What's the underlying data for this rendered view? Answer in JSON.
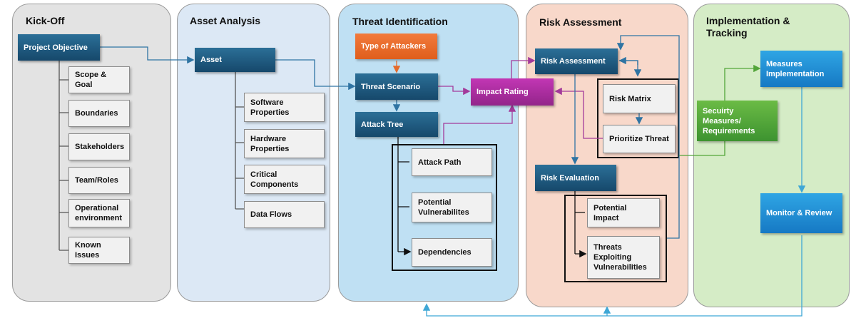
{
  "phases": {
    "kickoff": "Kick-Off",
    "asset_analysis": "Asset Analysis",
    "threat_identification": "Threat Identification",
    "risk_assessment": "Risk Assessment",
    "implementation": "Implementation & Tracking"
  },
  "kickoff": {
    "objective": "Project Objective",
    "items": [
      "Scope & Goal",
      "Boundaries",
      "Stakeholders",
      "Team/Roles",
      "Operational environment",
      "Known Issues"
    ]
  },
  "asset_analysis": {
    "asset": "Asset",
    "items": [
      "Software Properties",
      "Hardware Properties",
      "Critical Components",
      "Data Flows"
    ]
  },
  "threat_identification": {
    "attackers": "Type of Attackers",
    "scenario": "Threat Scenario",
    "attack_tree": "Attack Tree",
    "items": [
      "Attack Path",
      "Potential Vulnerabilites",
      "Dependencies"
    ],
    "impact_rating": "Impact Rating"
  },
  "risk_assessment": {
    "risk_assessment": "Risk Assessment",
    "risk_matrix": "Risk Matrix",
    "prioritize_threat": "Prioritize Threat",
    "risk_evaluation": "Risk Evaluation",
    "potential_impact": "Potential Impact",
    "threats_exploiting": "Threats Exploiting Vulnerabilities"
  },
  "implementation": {
    "security_measures": "Secuirty Measures/ Requirements",
    "measures_implementation": "Measures Implementation",
    "monitor_review": "Monitor & Review"
  },
  "colors": {
    "kickoff_bg": "#e3e3e3",
    "asset_bg": "#dce8f5",
    "threat_bg": "#bfe0f3",
    "risk_bg": "#f8d8ca",
    "impl_bg": "#d5ecc6",
    "connector_blue": "#2f74a3",
    "connector_magenta": "#a33a9a",
    "connector_green": "#53a53a",
    "connector_orange": "#e56a2a",
    "feedback_blue": "#3fa7d6"
  }
}
